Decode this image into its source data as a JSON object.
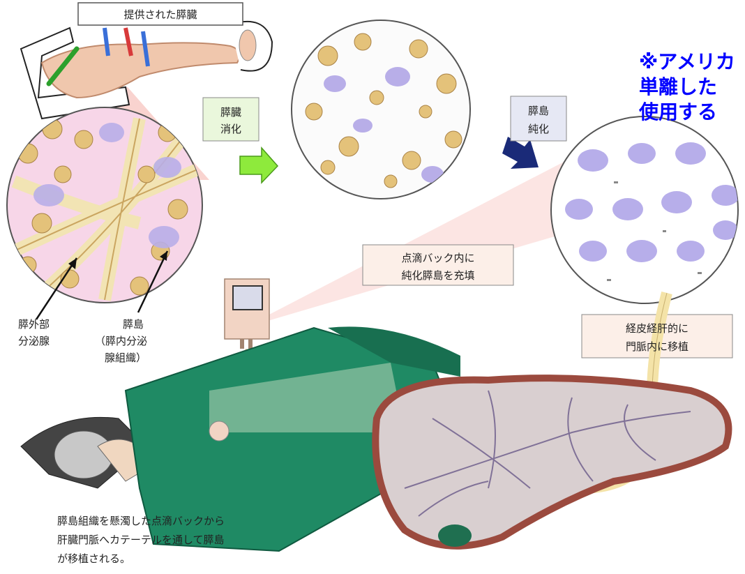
{
  "labels": {
    "donated_pancreas": "提供された膵臓",
    "digestion_line1": "膵臓",
    "digestion_line2": "消化",
    "purification_line1": "膵島",
    "purification_line2": "純化",
    "iv_bag_line1": "点滴バック内に",
    "iv_bag_line2": "純化膵島を充填",
    "transplant_line1": "経皮経肝的に",
    "transplant_line2": "門脈内に移植",
    "exocrine_line1": "膵外部",
    "exocrine_line2": "分泌腺",
    "islet_line1": "膵島",
    "islet_line2": "（膵内分泌",
    "islet_line3": "腺組織）",
    "caption_line1": "膵島組織を懸濁した点滴バックから",
    "caption_line2": "肝臓門脈へカテーテルを通して膵島",
    "caption_line3": "が移植される。",
    "note_line1": "※アメリカ",
    "note_line2": "単離した",
    "note_line3": "使用する"
  },
  "colors": {
    "note_text": "#0000ff",
    "digestion_box": "#eaf7dc",
    "purification_box": "#e6e8f4",
    "info_box": "#fcefe8",
    "drape_green": "#1f8a64",
    "tissue_tan": "#e4c27a",
    "islet_purple": "#a8a0e4",
    "liver_red": "#9b4a3e",
    "catheter_yellow": "#f4e3a8",
    "green_arrow": "#8eea3c",
    "navy_arrow": "#1a2a78"
  }
}
